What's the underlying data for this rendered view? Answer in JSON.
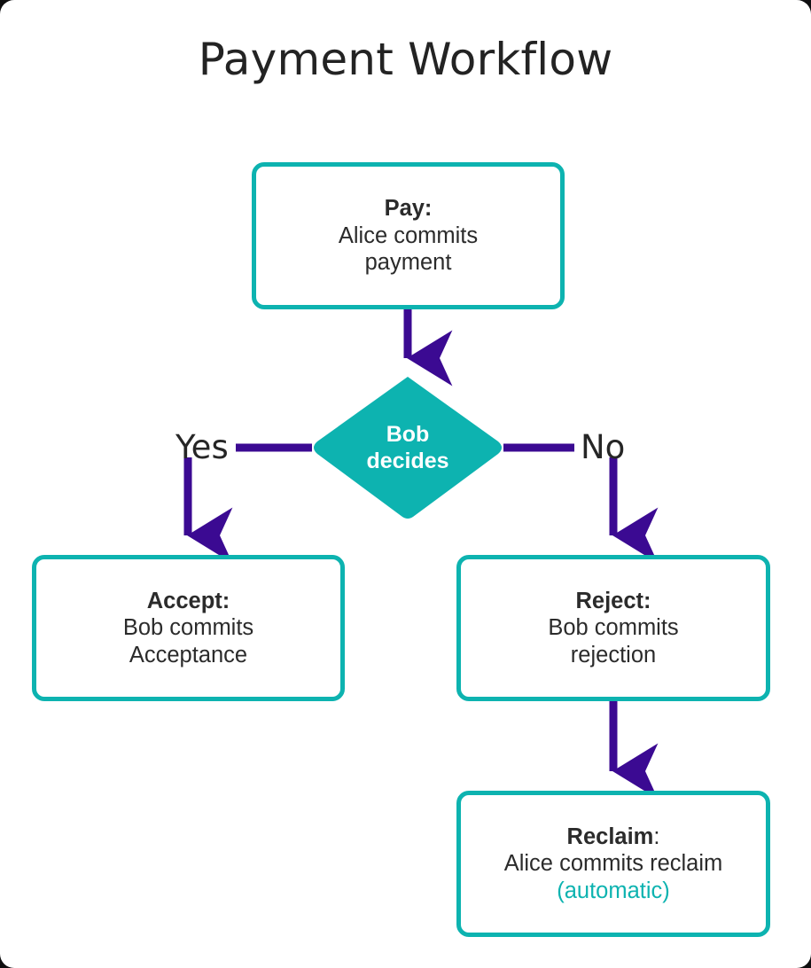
{
  "diagram": {
    "title": "Payment Workflow",
    "type": "flowchart",
    "colors": {
      "accent_teal": "#0db3b0",
      "arrow_indigo": "#3b0a92",
      "text_dark": "#2b2b2b",
      "canvas": "#ffffff"
    },
    "nodes": [
      {
        "id": "pay",
        "shape": "rounded-rectangle",
        "heading": "Pay:",
        "lines": [
          "Alice commits",
          "payment"
        ]
      },
      {
        "id": "decision",
        "shape": "diamond",
        "lines": [
          "Bob",
          "decides"
        ]
      },
      {
        "id": "accept",
        "shape": "rounded-rectangle",
        "heading": "Accept:",
        "lines": [
          "Bob commits",
          "Acceptance"
        ]
      },
      {
        "id": "reject",
        "shape": "rounded-rectangle",
        "heading": "Reject:",
        "lines": [
          "Bob commits",
          "rejection"
        ]
      },
      {
        "id": "reclaim",
        "shape": "rounded-rectangle",
        "heading_keyword": "Reclaim",
        "heading_colon": ":",
        "lines": [
          "Alice commits reclaim"
        ],
        "note": "(automatic)"
      }
    ],
    "edges": [
      {
        "id": "pay-to-decision",
        "from": "pay",
        "to": "decision",
        "label": ""
      },
      {
        "id": "decision-to-accept",
        "from": "decision",
        "to": "accept",
        "label": "Yes"
      },
      {
        "id": "decision-to-reject",
        "from": "decision",
        "to": "reject",
        "label": "No"
      },
      {
        "id": "reject-to-reclaim",
        "from": "reject",
        "to": "reclaim",
        "label": ""
      }
    ]
  }
}
